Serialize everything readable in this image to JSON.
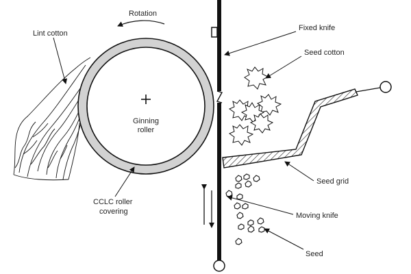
{
  "labels": {
    "rotation": "Rotation",
    "lint_cotton": "Lint cotton",
    "fixed_knife": "Fixed knife",
    "seed_cotton": "Seed cotton",
    "ginning_roller_line1": "Ginning",
    "ginning_roller_line2": "roller",
    "seed_grid": "Seed grid",
    "cclc_line1": "CCLC roller",
    "cclc_line2": "covering",
    "moving_knife": "Moving knife",
    "seed": "Seed"
  },
  "colors": {
    "ink": "#111111",
    "roller_covering": "#d2d2d2",
    "background": "#ffffff"
  }
}
